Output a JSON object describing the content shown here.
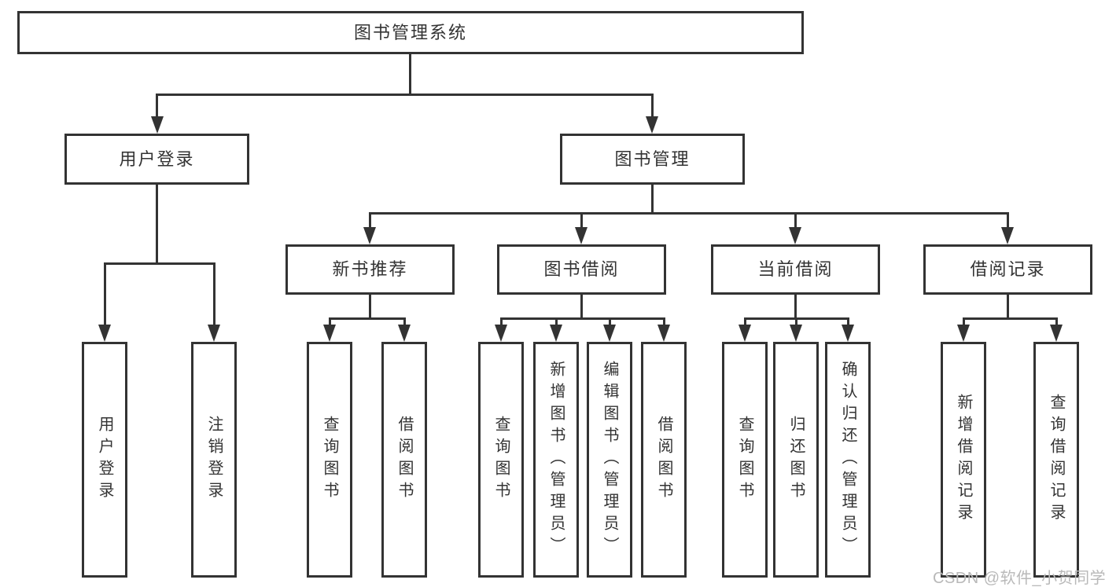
{
  "diagram": {
    "root": {
      "label": "图书管理系统"
    },
    "level2": [
      {
        "label": "用户登录"
      },
      {
        "label": "图书管理"
      }
    ],
    "level3": [
      {
        "label": "新书推荐"
      },
      {
        "label": "图书借阅"
      },
      {
        "label": "当前借阅"
      },
      {
        "label": "借阅记录"
      }
    ],
    "level4": {
      "user_login": [
        "用户登录",
        "注销登录"
      ],
      "new_book_recommendation": [
        "查询图书",
        "借阅图书"
      ],
      "book_borrowing": [
        "查询图书",
        "新增图书（管理员）",
        "编辑图书（管理员）",
        "借阅图书"
      ],
      "current_borrowing": [
        "查询图书",
        "归还图书",
        "确认归还（管理员）"
      ],
      "borrowing_records": [
        "新增借阅记录",
        "查询借阅记录"
      ]
    }
  },
  "watermark": {
    "text": "CSDN @软件_小贺同学"
  },
  "colors": {
    "line": "#333333",
    "text": "#333333",
    "box_fill": "#ffffff",
    "background": "#ffffff",
    "watermark_text": "#b9b9b9"
  }
}
